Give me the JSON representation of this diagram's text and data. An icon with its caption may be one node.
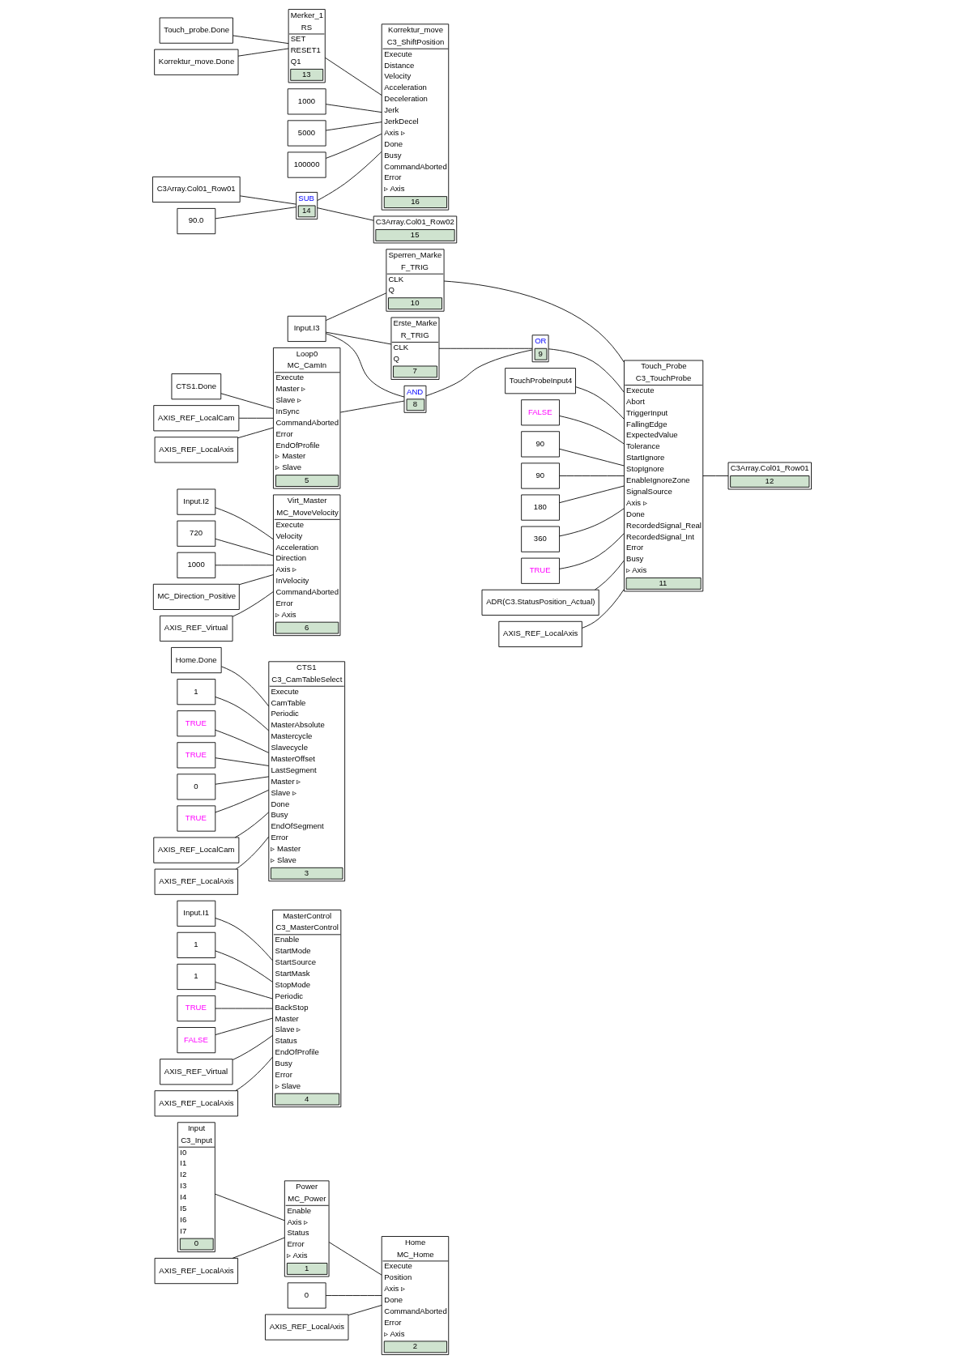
{
  "diagram": {
    "nodes": [
      {
        "text": [
          "Input",
          "C3_Input",
          "I0",
          "I1",
          "I2",
          "I3",
          "I4",
          "I5",
          "I6",
          "I7",
          "0"
        ]
      },
      {
        "text": [
          "Power",
          "MC_Power",
          "Enable",
          "Axis ▹",
          "Status",
          "Error",
          "▹ Axis",
          "1"
        ]
      },
      {
        "text": [
          "AXIS_REF_LocalAxis"
        ]
      },
      {
        "text": [
          "Home",
          "MC_Home",
          "Execute",
          "Position",
          "Axis ▹",
          "Done",
          "CommandAborted",
          "Error",
          "▹ Axis",
          "2"
        ]
      },
      {
        "text": [
          "0"
        ]
      },
      {
        "text": [
          "AXIS_REF_LocalAxis"
        ]
      },
      {
        "text": [
          "MasterControl",
          "C3_MasterControl",
          "Enable",
          "StartMode",
          "StartSource",
          "StartMask",
          "StopMode",
          "Periodic",
          "BackStop",
          "Master",
          "Slave ▹",
          "Status",
          "EndOfProfile",
          "Busy",
          "Error",
          "▹ Slave",
          "4"
        ]
      },
      {
        "text": [
          "Input.I1"
        ]
      },
      {
        "text": [
          "1"
        ]
      },
      {
        "text": [
          "1"
        ]
      },
      {
        "text": [
          "TRUE"
        ]
      },
      {
        "text": [
          "FALSE"
        ]
      },
      {
        "text": [
          "AXIS_REF_Virtual"
        ]
      },
      {
        "text": [
          "AXIS_REF_LocalAxis"
        ]
      },
      {
        "text": [
          "CTS1",
          "C3_CamTableSelect",
          "Execute",
          "CamTable",
          "Periodic",
          "MasterAbsolute",
          "Mastercycle",
          "Slavecycle",
          "MasterOffset",
          "LastSegment",
          "Master ▹",
          "Slave ▹",
          "Done",
          "Busy",
          "EndOfSegment",
          "Error",
          "▹ Master",
          "▹ Slave",
          "3"
        ]
      },
      {
        "text": [
          "Home.Done"
        ]
      },
      {
        "text": [
          "1"
        ]
      },
      {
        "text": [
          "TRUE"
        ]
      },
      {
        "text": [
          "TRUE"
        ]
      },
      {
        "text": [
          "0"
        ]
      },
      {
        "text": [
          "TRUE"
        ]
      },
      {
        "text": [
          "AXIS_REF_LocalCam"
        ]
      },
      {
        "text": [
          "AXIS_REF_LocalAxis"
        ]
      },
      {
        "text": [
          "Virt_Master",
          "MC_MoveVelocity",
          "Execute",
          "Velocity",
          "Acceleration",
          "Direction",
          "Axis ▹",
          "InVelocity",
          "CommandAborted",
          "Error",
          "▹ Axis",
          "6"
        ]
      },
      {
        "text": [
          "Input.I2"
        ]
      },
      {
        "text": [
          "720"
        ]
      },
      {
        "text": [
          "1000"
        ]
      },
      {
        "text": [
          "MC_Direction_Positive"
        ]
      },
      {
        "text": [
          "AXIS_REF_Virtual"
        ]
      },
      {
        "text": [
          "Loop0",
          "MC_CamIn",
          "Execute",
          "Master ▹",
          "Slave ▹",
          "InSync",
          "CommandAborted",
          "Error",
          "EndOfProfile",
          "▹ Master",
          "▹ Slave",
          "5"
        ]
      },
      {
        "text": [
          "CTS1.Done"
        ]
      },
      {
        "text": [
          "AXIS_REF_LocalCam"
        ]
      },
      {
        "text": [
          "AXIS_REF_LocalAxis"
        ]
      },
      {
        "text": [
          "Erste_Marke",
          "R_TRIG",
          "CLK",
          "Q",
          "7"
        ]
      },
      {
        "text": [
          "Input.I3"
        ]
      },
      {
        "text": [
          "AND",
          "8"
        ]
      },
      {
        "text": [
          "OR",
          "9"
        ]
      },
      {
        "text": [
          "Sperren_Marke",
          "F_TRIG",
          "CLK",
          "Q",
          "10"
        ]
      },
      {
        "text": [
          "Touch_Probe",
          "C3_TouchProbe",
          "Execute",
          "Abort",
          "TriggerInput",
          "FallingEdge",
          "ExpectedValue",
          "Tolerance",
          "StartIgnore",
          "StopIgnore",
          "EnableIgnoreZone",
          "SignalSource",
          "Axis ▹",
          "Done",
          "RecordedSignal_Real",
          "RecordedSignal_Int",
          "Error",
          "Busy",
          "▹ Axis",
          "11"
        ]
      },
      {
        "text": [
          "TouchProbeInput4"
        ]
      },
      {
        "text": [
          "FALSE"
        ]
      },
      {
        "text": [
          "90"
        ]
      },
      {
        "text": [
          "90"
        ]
      },
      {
        "text": [
          "180"
        ]
      },
      {
        "text": [
          "360"
        ]
      },
      {
        "text": [
          "TRUE"
        ]
      },
      {
        "text": [
          "ADR(C3.StatusPosition_Actual)"
        ]
      },
      {
        "text": [
          "C3Array.Col01_Row01",
          "12"
        ]
      },
      {
        "text": [
          "Merker_1",
          "RS",
          "SET",
          "RESET1",
          "Q1",
          "13"
        ]
      },
      {
        "text": [
          "Touch_probe.Done"
        ]
      },
      {
        "text": [
          "Korrektur_move.Done"
        ]
      },
      {
        "text": [
          "Korrektur_move",
          "C3_ShiftPosition",
          "Execute",
          "Distance",
          "Velocity",
          "Acceleration",
          "Deceleration",
          "Jerk",
          "JerkDecel",
          "Axis ▹",
          "Done",
          "Busy",
          "CommandAborted",
          "Error",
          "▹ Axis",
          "16"
        ]
      },
      {
        "text": [
          "1000"
        ]
      },
      {
        "text": [
          "5000"
        ]
      },
      {
        "text": [
          "100000"
        ]
      },
      {
        "text": [
          "AXIS_REF_LocalAxis"
        ]
      },
      {
        "text": [
          "SUB",
          "14"
        ]
      },
      {
        "text": [
          "C3Array.Col01_Row01"
        ]
      },
      {
        "text": [
          "90.0"
        ]
      },
      {
        "text": [
          "C3Array.Col01_Row02",
          "15"
        ]
      }
    ],
    "edges": [
      {
        "from": 0,
        "to": 1,
        "arrow": "none"
      },
      {
        "from": 2,
        "to": 1,
        "arrow": "none"
      },
      {
        "from": 1,
        "to": 3,
        "arrow": "none"
      },
      {
        "from": 4,
        "to": 3,
        "arrow": "none"
      },
      {
        "from": 5,
        "to": 3,
        "arrow": "none"
      },
      {
        "from": 7,
        "to": 6,
        "arrow": "none"
      },
      {
        "from": 8,
        "to": 6,
        "arrow": "none"
      },
      {
        "from": 9,
        "to": 6,
        "arrow": "none"
      },
      {
        "from": 10,
        "to": 6,
        "arrow": "none"
      },
      {
        "from": 11,
        "to": 6,
        "arrow": "none"
      },
      {
        "from": 12,
        "to": 6,
        "arrow": "none"
      },
      {
        "from": 13,
        "to": 6,
        "arrow": "none"
      },
      {
        "from": 15,
        "to": 14,
        "arrow": "none"
      },
      {
        "from": 16,
        "to": 14,
        "arrow": "none"
      },
      {
        "from": 17,
        "to": 14,
        "arrow": "none"
      },
      {
        "from": 18,
        "to": 14,
        "arrow": "none"
      },
      {
        "from": 19,
        "to": 14,
        "arrow": "none"
      },
      {
        "from": 20,
        "to": 14,
        "arrow": "none"
      },
      {
        "from": 21,
        "to": 14,
        "arrow": "none"
      },
      {
        "from": 22,
        "to": 14,
        "arrow": "none"
      },
      {
        "from": 24,
        "to": 23,
        "arrow": "none"
      },
      {
        "from": 25,
        "to": 23,
        "arrow": "none"
      },
      {
        "from": 26,
        "to": 23,
        "arrow": "none"
      },
      {
        "from": 27,
        "to": 23,
        "arrow": "none"
      },
      {
        "from": 28,
        "to": 23,
        "arrow": "none"
      },
      {
        "from": 30,
        "to": 29,
        "arrow": "none"
      },
      {
        "from": 31,
        "to": 29,
        "arrow": "none"
      },
      {
        "from": 32,
        "to": 29,
        "arrow": "none"
      },
      {
        "from": 29,
        "to": 35,
        "arrow": "none"
      },
      {
        "from": 34,
        "to": 33,
        "arrow": "none"
      },
      {
        "from": 34,
        "to": 35,
        "arrow": "none"
      },
      {
        "from": 34,
        "to": 37,
        "arrow": "none"
      },
      {
        "from": 33,
        "to": 36,
        "arrow": "none"
      },
      {
        "from": 35,
        "to": 36,
        "arrow": "none"
      },
      {
        "from": 36,
        "to": 38,
        "arrow": "none"
      },
      {
        "from": 37,
        "to": 38,
        "arrow": "none"
      },
      {
        "from": 39,
        "to": 38,
        "arrow": "none"
      },
      {
        "from": 40,
        "to": 38,
        "arrow": "none"
      },
      {
        "from": 41,
        "to": 38,
        "arrow": "none"
      },
      {
        "from": 42,
        "to": 38,
        "arrow": "none"
      },
      {
        "from": 43,
        "to": 38,
        "arrow": "none"
      },
      {
        "from": 44,
        "to": 38,
        "arrow": "none"
      },
      {
        "from": 45,
        "to": 38,
        "arrow": "none"
      },
      {
        "from": 46,
        "to": 38,
        "arrow": "none"
      },
      {
        "from": 55,
        "to": 38,
        "arrow": "none"
      },
      {
        "from": 38,
        "to": 47,
        "arrow": "none"
      },
      {
        "from": 49,
        "to": 48,
        "arrow": "none"
      },
      {
        "from": 50,
        "to": 48,
        "arrow": "none"
      },
      {
        "from": 48,
        "to": 51,
        "arrow": "none"
      },
      {
        "from": 56,
        "to": 51,
        "arrow": "none"
      },
      {
        "from": 52,
        "to": 51,
        "arrow": "none"
      },
      {
        "from": 53,
        "to": 51,
        "arrow": "none"
      },
      {
        "from": 54,
        "to": 51,
        "arrow": "none"
      },
      {
        "from": 57,
        "to": 56,
        "arrow": "none"
      },
      {
        "from": 58,
        "to": 56,
        "arrow": "none"
      },
      {
        "from": 56,
        "to": 59,
        "arrow": "none"
      }
    ]
  }
}
